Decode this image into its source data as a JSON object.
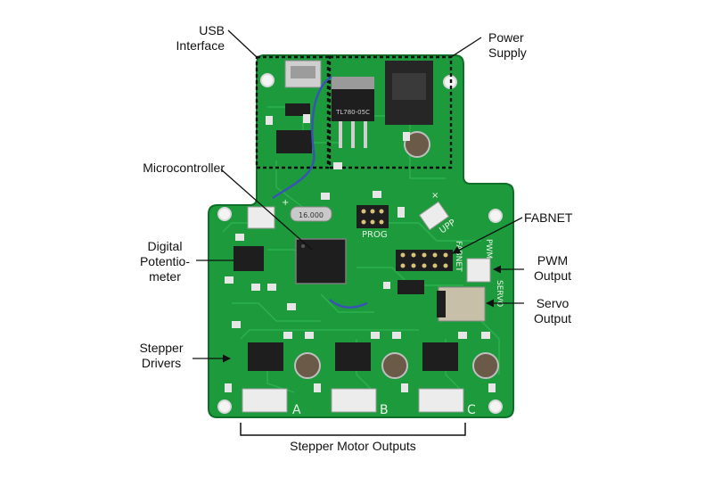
{
  "labels": {
    "usb": [
      "USB",
      "Interface"
    ],
    "power": [
      "Power",
      "Supply"
    ],
    "microcontroller": "Microcontroller",
    "digital_pot": [
      "Digital",
      "Potentio-",
      "meter"
    ],
    "stepper_drivers": [
      "Stepper",
      "Drivers"
    ],
    "fabnet": "FABNET",
    "pwm": [
      "PWM",
      "Output"
    ],
    "servo": [
      "Servo",
      "Output"
    ],
    "stepper_outputs": "Stepper Motor Outputs"
  },
  "silkscreen": {
    "prog": "PROG",
    "upp": "UPP",
    "fabnet": "FABNET",
    "pwm": "PWM",
    "servo": "SERVO",
    "connector_a": "A",
    "connector_b": "B",
    "connector_c": "C",
    "crystal": "16.000",
    "regulator": "TL780-05C",
    "plus": "+",
    "cross": "×"
  },
  "colors": {
    "board": "#1c9a3c",
    "board_dark": "#127a2c",
    "trace": "#2fb552",
    "silk": "#e8f3e8",
    "chip": "#1e1e1e",
    "connector": "#ececec",
    "wire": "#3a52b8"
  }
}
